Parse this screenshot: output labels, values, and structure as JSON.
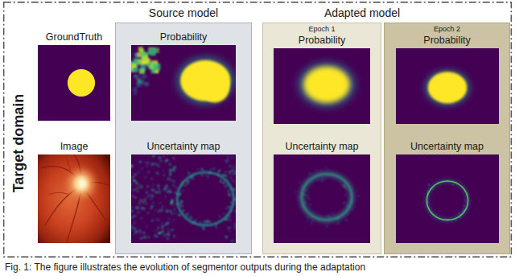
{
  "diagram": {
    "caption": "Fig. 1: The figure illustrates the evolution of segmentor outputs during the adaptation",
    "nodes": [
      {
        "text": [
          "Target domain"
        ]
      },
      {
        "text": [
          "GroundTruth"
        ],
        "in": 0
      },
      {
        "text": [
          "Image"
        ],
        "in": 0
      },
      {
        "text": [
          "Source model"
        ],
        "in": 0
      },
      {
        "text": [
          "Probability"
        ],
        "in": 3
      },
      {
        "text": [
          "Uncertainty map"
        ],
        "in": 3
      },
      {
        "text": [
          "Epoch 1"
        ],
        "in": 0
      },
      {
        "text": [
          "Probability"
        ],
        "in": 6
      },
      {
        "text": [
          "Uncertainty map"
        ],
        "in": 6
      },
      {
        "text": [
          "Epoch 2"
        ],
        "in": 0
      },
      {
        "text": [
          "Probability"
        ],
        "in": 9
      },
      {
        "text": [
          "Uncertainty map"
        ],
        "in": 9
      }
    ],
    "labels": [
      "Adapted model"
    ]
  }
}
